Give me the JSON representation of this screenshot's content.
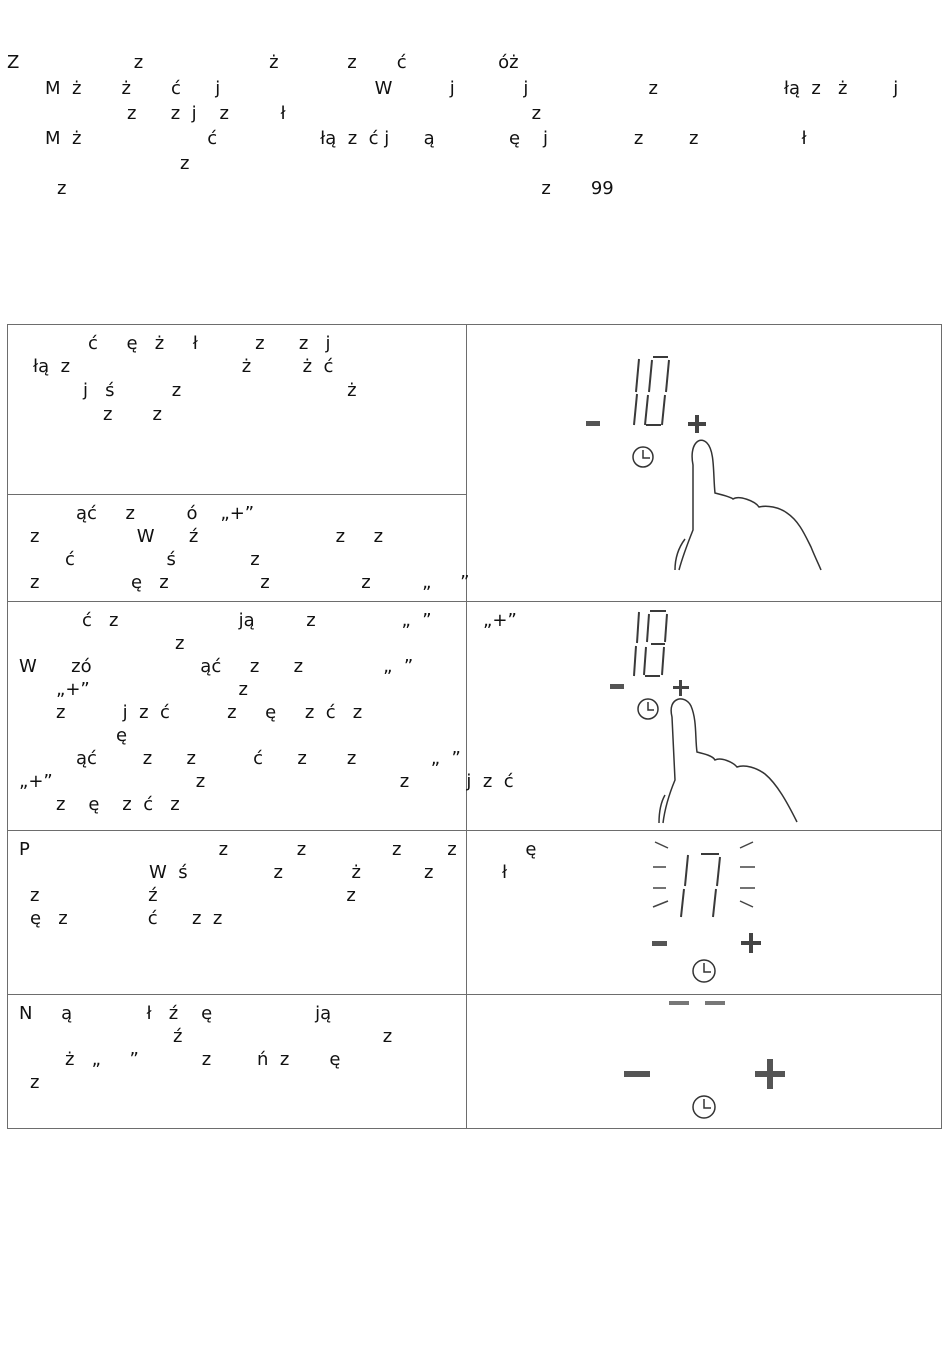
{
  "intro": {
    "lines": [
      "Z                    z                      ż            z       ć                óż",
      "M  ż       ż       ć      j                           W          j            j                     z                      łą  z   ż        j",
      "z      z  j    z         ł                                           z",
      "M  ż                      ć                  łą  z  ć j      ą             ę    j               z        z                  ł",
      "z",
      "z                                                                                   z       99"
    ]
  },
  "steps": [
    {
      "lines": [
        "ć     ę   ż     ł          z      z   j",
        "łą  z                              ż         ż  ć",
        "j   ś          z                             ż",
        "z       z"
      ]
    },
    {
      "lines": [
        "ąć     z         ó    „+”",
        "z                 W      ź                        z     z",
        "ć                ś             z",
        "z                ę   z                z                z         „     ”"
      ]
    },
    {
      "lines": [
        "ć   z                     ją         z               „  ”         „+”",
        "z",
        "W      zó                   ąć     z      z              „  ”",
        "„+”                          z",
        "z          j  z  ć          z     ę     z  ć   z",
        "ę",
        "ąć        z      z          ć      z       z             „  ”",
        "„+”                         z                                  z          j  z  ć",
        "z    ę    z  ć   z"
      ]
    },
    {
      "lines": [
        "P                                 z            z               z        z            ę",
        "W  ś               z            ż           z            ł",
        "z                   ź                                 z",
        "ę   z              ć      z  z"
      ]
    },
    {
      "lines": [
        "N     ą             ł   ź    ę                  ją",
        "ź                                   z",
        "ż   „     ”           z        ń  z       ę",
        "z"
      ]
    }
  ],
  "displays": {
    "fig1": "10",
    "fig2": "18",
    "fig3": "17",
    "fig4": "--"
  },
  "icons": {
    "minus": "minus-icon",
    "plus": "plus-icon",
    "timer": "timer-clock-icon",
    "finger": "pointing-finger"
  }
}
